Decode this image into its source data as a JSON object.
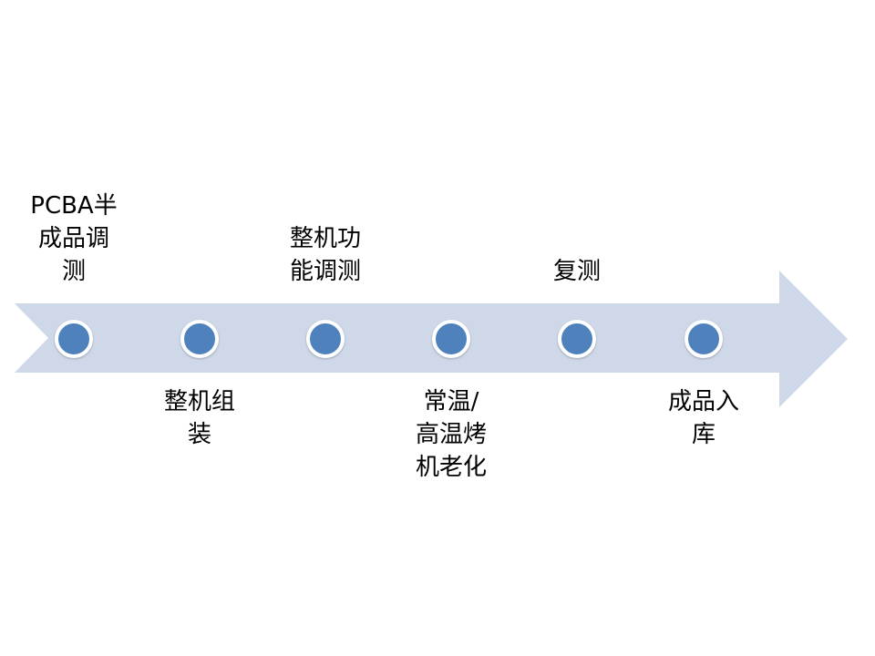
{
  "colors": {
    "band": "#cfd8e8",
    "node": "#4f81bd",
    "node_border": "#ffffff"
  },
  "steps": [
    {
      "label": "PCBA半\n成品调\n测",
      "position": "above"
    },
    {
      "label": "整机组\n装",
      "position": "below"
    },
    {
      "label": "整机功\n能调测",
      "position": "above"
    },
    {
      "label": "常温/\n高温烤\n机老化",
      "position": "below"
    },
    {
      "label": "复测",
      "position": "above"
    },
    {
      "label": "成品入\n库",
      "position": "below"
    }
  ]
}
